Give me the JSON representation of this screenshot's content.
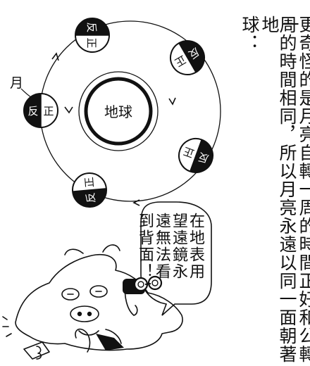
{
  "diagram": {
    "earth_label": "地球",
    "moon_label": "月",
    "moon_near_side": "正",
    "moon_far_side": "反",
    "moon_positions": [
      "top",
      "upper-right",
      "lower-right",
      "bottom",
      "left"
    ]
  },
  "narration": {
    "columns": [
      "更奇怪的是月亮自轉一周的時間正好和公轉一",
      "周的時間相同，所以月亮永遠以同一面朝著地",
      "球："
    ]
  },
  "speech_bubble": {
    "columns": [
      "在地表用",
      "望遠鏡永",
      "遠無法看",
      "到背面！"
    ]
  },
  "colors": {
    "ink": "#111111",
    "paper": "#ffffff"
  }
}
